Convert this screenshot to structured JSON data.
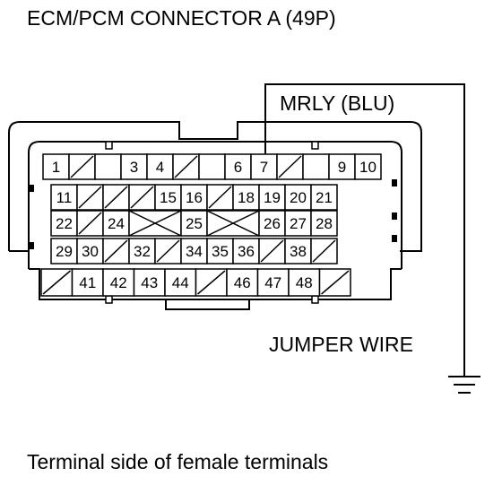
{
  "title": "ECM/PCM CONNECTOR A (49P)",
  "callouts": {
    "mrly": "MRLY (BLU)",
    "jumper": "JUMPER WIRE"
  },
  "footer": "Terminal side of female terminals",
  "connector": {
    "rows": [
      [
        "1",
        "/",
        "",
        "3",
        "4",
        "/",
        "",
        "6",
        "7",
        "/",
        "",
        "9",
        "10"
      ],
      [
        "11",
        "/",
        "/",
        "/",
        "15",
        "16",
        "/",
        "18",
        "19",
        "20",
        "21"
      ],
      [
        "22",
        "/",
        "24",
        "x",
        "",
        "25",
        "x",
        "",
        "26",
        "27",
        "28"
      ],
      [
        "29",
        "30",
        "/",
        "32",
        "/",
        "34",
        "35",
        "36",
        "/",
        "38",
        "/"
      ],
      [
        "/",
        "41",
        "42",
        "43",
        "44",
        "/",
        "46",
        "47",
        "48",
        "/"
      ]
    ]
  }
}
